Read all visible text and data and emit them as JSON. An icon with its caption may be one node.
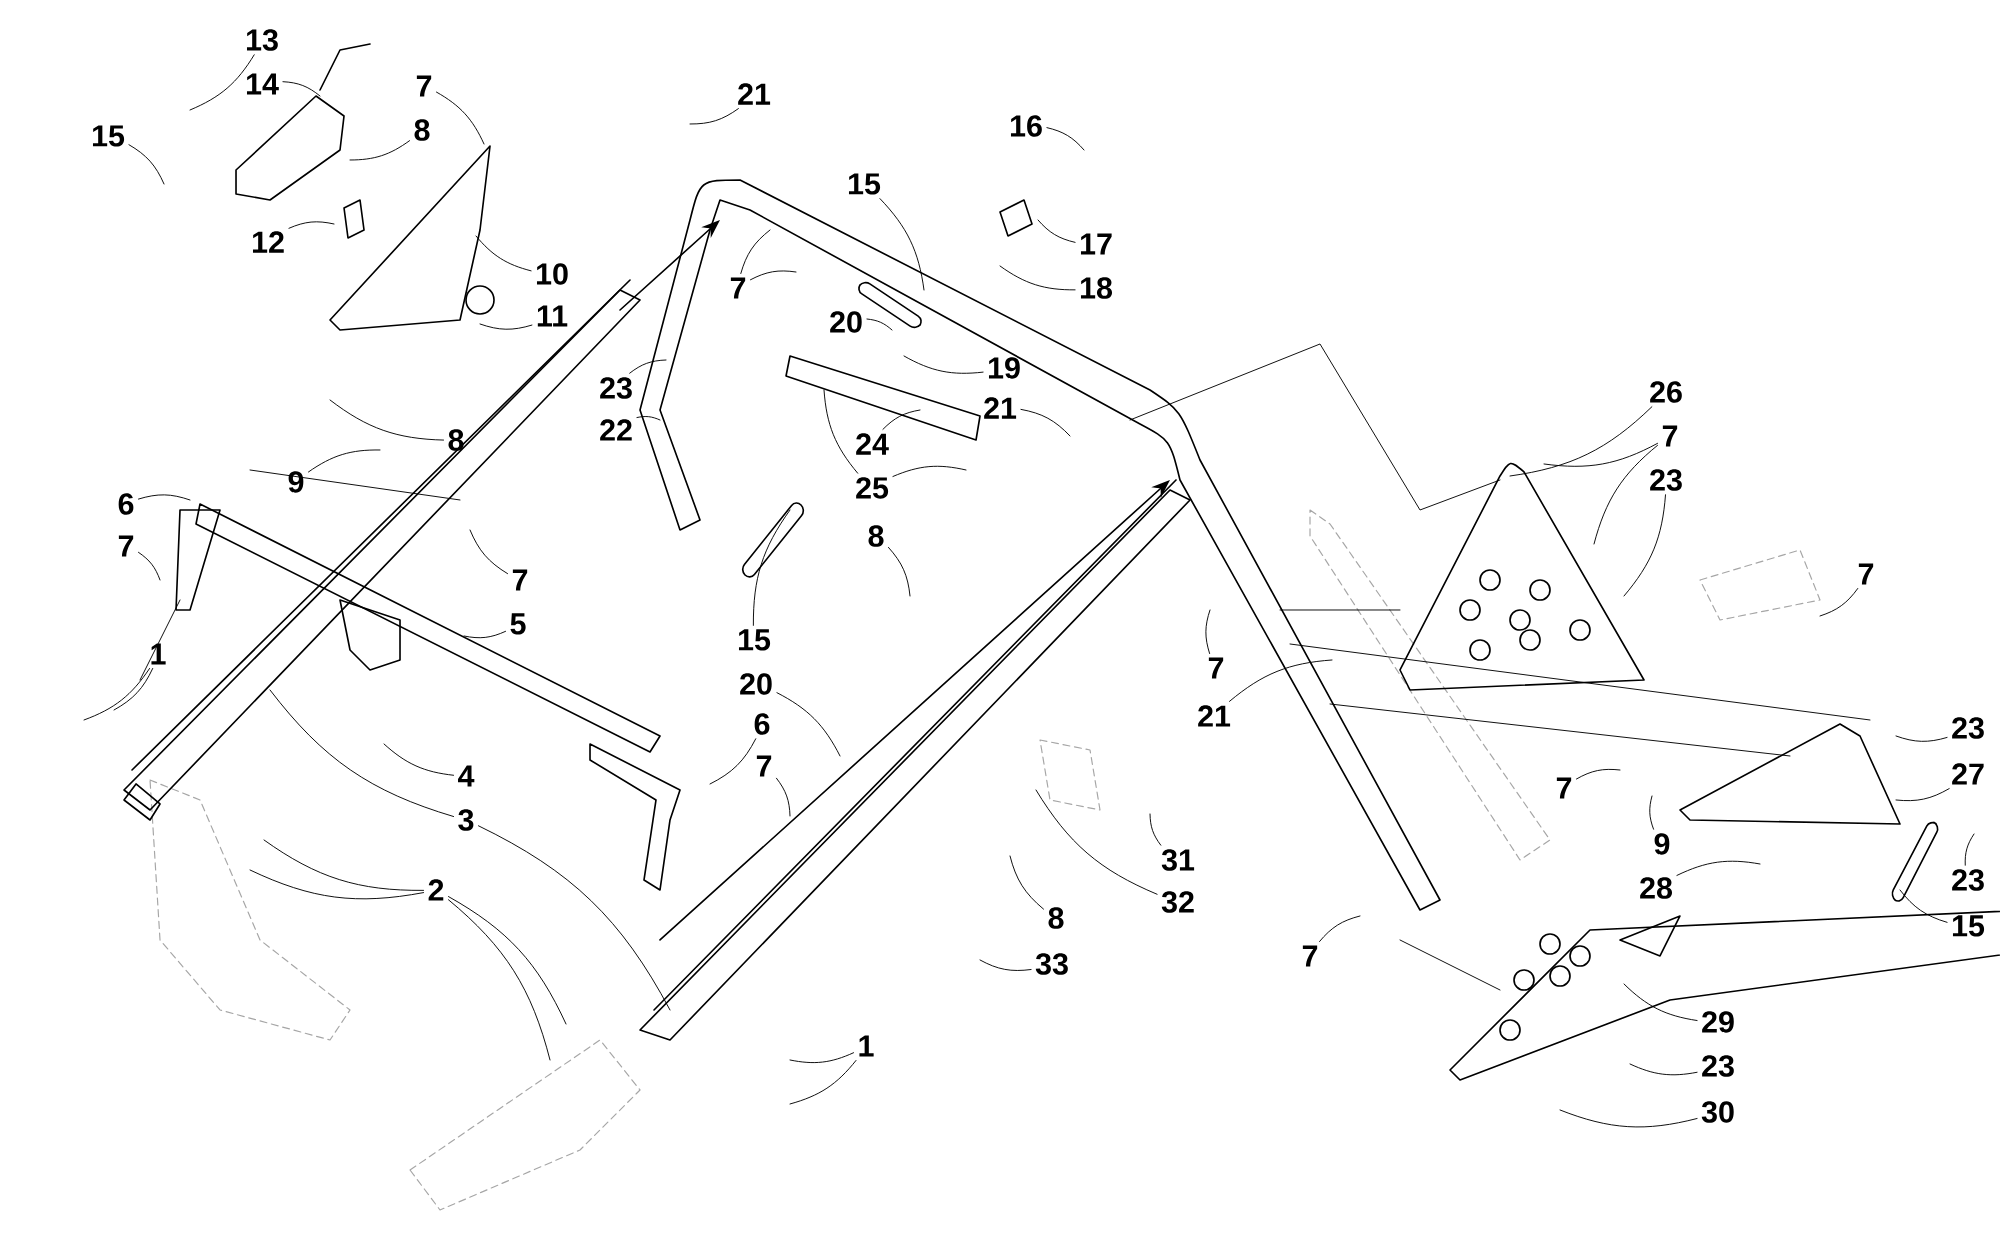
{
  "diagram": {
    "nodes": [
      {
        "text": [
          "13"
        ]
      },
      {
        "text": [
          "14"
        ]
      },
      {
        "text": [
          "15"
        ]
      },
      {
        "text": [
          "7"
        ]
      },
      {
        "text": [
          "8"
        ]
      },
      {
        "text": [
          "12"
        ]
      },
      {
        "text": [
          "10"
        ]
      },
      {
        "text": [
          "11"
        ]
      },
      {
        "text": [
          "21"
        ]
      },
      {
        "text": [
          "15"
        ]
      },
      {
        "text": [
          "16"
        ]
      },
      {
        "text": [
          "17"
        ]
      },
      {
        "text": [
          "18"
        ]
      },
      {
        "text": [
          "7"
        ]
      },
      {
        "text": [
          "20"
        ]
      },
      {
        "text": [
          "19"
        ]
      },
      {
        "text": [
          "23"
        ]
      },
      {
        "text": [
          "22"
        ]
      },
      {
        "text": [
          "24"
        ]
      },
      {
        "text": [
          "21"
        ]
      },
      {
        "text": [
          "25"
        ]
      },
      {
        "text": [
          "8"
        ]
      },
      {
        "text": [
          "9"
        ]
      },
      {
        "text": [
          "8"
        ]
      },
      {
        "text": [
          "15"
        ]
      },
      {
        "text": [
          "6"
        ]
      },
      {
        "text": [
          "7"
        ]
      },
      {
        "text": [
          "7"
        ]
      },
      {
        "text": [
          "5"
        ]
      },
      {
        "text": [
          "1"
        ]
      },
      {
        "text": [
          "4"
        ]
      },
      {
        "text": [
          "20"
        ]
      },
      {
        "text": [
          "6"
        ]
      },
      {
        "text": [
          "7"
        ]
      },
      {
        "text": [
          "3"
        ]
      },
      {
        "text": [
          "2"
        ]
      },
      {
        "text": [
          "26"
        ]
      },
      {
        "text": [
          "7"
        ]
      },
      {
        "text": [
          "23"
        ]
      },
      {
        "text": [
          "7"
        ]
      },
      {
        "text": [
          "7"
        ]
      },
      {
        "text": [
          "21"
        ]
      },
      {
        "text": [
          "23"
        ]
      },
      {
        "text": [
          "27"
        ]
      },
      {
        "text": [
          "7"
        ]
      },
      {
        "text": [
          "9"
        ]
      },
      {
        "text": [
          "23"
        ]
      },
      {
        "text": [
          "15"
        ]
      },
      {
        "text": [
          "28"
        ]
      },
      {
        "text": [
          "31"
        ]
      },
      {
        "text": [
          "32"
        ]
      },
      {
        "text": [
          "8"
        ]
      },
      {
        "text": [
          "33"
        ]
      },
      {
        "text": [
          "7"
        ]
      },
      {
        "text": [
          "29"
        ]
      },
      {
        "text": [
          "23"
        ]
      },
      {
        "text": [
          "30"
        ]
      },
      {
        "text": [
          "1"
        ]
      }
    ],
    "edges": [
      {
        "from": 0,
        "to": null,
        "arrow": "none"
      },
      {
        "from": 1,
        "to": null,
        "arrow": "none"
      },
      {
        "from": 2,
        "to": null,
        "arrow": "none"
      },
      {
        "from": 3,
        "to": null,
        "arrow": "none"
      },
      {
        "from": 4,
        "to": null,
        "arrow": "none"
      },
      {
        "from": 5,
        "to": null,
        "arrow": "none"
      },
      {
        "from": 6,
        "to": null,
        "arrow": "none"
      },
      {
        "from": 7,
        "to": null,
        "arrow": "none"
      },
      {
        "from": 8,
        "to": null,
        "arrow": "none"
      },
      {
        "from": 9,
        "to": null,
        "arrow": "none"
      },
      {
        "from": 10,
        "to": null,
        "arrow": "none"
      },
      {
        "from": 11,
        "to": null,
        "arrow": "none"
      },
      {
        "from": 12,
        "to": null,
        "arrow": "none"
      },
      {
        "from": 13,
        "to": null,
        "arrow": "none"
      },
      {
        "from": 13,
        "to": null,
        "arrow": "none"
      },
      {
        "from": 14,
        "to": null,
        "arrow": "none"
      },
      {
        "from": 15,
        "to": null,
        "arrow": "none"
      },
      {
        "from": 16,
        "to": null,
        "arrow": "none"
      },
      {
        "from": 17,
        "to": null,
        "arrow": "none"
      },
      {
        "from": 18,
        "to": null,
        "arrow": "none"
      },
      {
        "from": 19,
        "to": null,
        "arrow": "none"
      },
      {
        "from": 20,
        "to": null,
        "arrow": "none"
      },
      {
        "from": 20,
        "to": null,
        "arrow": "none"
      },
      {
        "from": 21,
        "to": null,
        "arrow": "none"
      },
      {
        "from": 22,
        "to": null,
        "arrow": "none"
      },
      {
        "from": 23,
        "to": null,
        "arrow": "none"
      },
      {
        "from": 24,
        "to": null,
        "arrow": "none"
      },
      {
        "from": 25,
        "to": null,
        "arrow": "none"
      },
      {
        "from": 26,
        "to": null,
        "arrow": "none"
      },
      {
        "from": 27,
        "to": null,
        "arrow": "none"
      },
      {
        "from": 28,
        "to": null,
        "arrow": "none"
      },
      {
        "from": 29,
        "to": null,
        "arrow": "none"
      },
      {
        "from": 29,
        "to": null,
        "arrow": "none"
      },
      {
        "from": 30,
        "to": null,
        "arrow": "none"
      },
      {
        "from": 31,
        "to": null,
        "arrow": "none"
      },
      {
        "from": 32,
        "to": null,
        "arrow": "none"
      },
      {
        "from": 33,
        "to": null,
        "arrow": "none"
      },
      {
        "from": 34,
        "to": null,
        "arrow": "none"
      },
      {
        "from": 34,
        "to": null,
        "arrow": "none"
      },
      {
        "from": 35,
        "to": null,
        "arrow": "none"
      },
      {
        "from": 35,
        "to": null,
        "arrow": "none"
      },
      {
        "from": 35,
        "to": null,
        "arrow": "none"
      },
      {
        "from": 35,
        "to": null,
        "arrow": "none"
      },
      {
        "from": 36,
        "to": null,
        "arrow": "none"
      },
      {
        "from": 37,
        "to": null,
        "arrow": "none"
      },
      {
        "from": 37,
        "to": null,
        "arrow": "none"
      },
      {
        "from": 38,
        "to": null,
        "arrow": "none"
      },
      {
        "from": 39,
        "to": null,
        "arrow": "none"
      },
      {
        "from": 40,
        "to": null,
        "arrow": "none"
      },
      {
        "from": 41,
        "to": null,
        "arrow": "none"
      },
      {
        "from": 42,
        "to": null,
        "arrow": "none"
      },
      {
        "from": 43,
        "to": null,
        "arrow": "none"
      },
      {
        "from": 44,
        "to": null,
        "arrow": "none"
      },
      {
        "from": 45,
        "to": null,
        "arrow": "none"
      },
      {
        "from": 46,
        "to": null,
        "arrow": "none"
      },
      {
        "from": 47,
        "to": null,
        "arrow": "none"
      },
      {
        "from": 48,
        "to": null,
        "arrow": "none"
      },
      {
        "from": 49,
        "to": null,
        "arrow": "none"
      },
      {
        "from": 50,
        "to": null,
        "arrow": "none"
      },
      {
        "from": 51,
        "to": null,
        "arrow": "none"
      },
      {
        "from": 52,
        "to": null,
        "arrow": "none"
      },
      {
        "from": 53,
        "to": null,
        "arrow": "none"
      },
      {
        "from": 54,
        "to": null,
        "arrow": "none"
      },
      {
        "from": 55,
        "to": null,
        "arrow": "none"
      },
      {
        "from": 56,
        "to": null,
        "arrow": "none"
      },
      {
        "from": 57,
        "to": null,
        "arrow": "none"
      },
      {
        "from": 57,
        "to": null,
        "arrow": "none"
      }
    ]
  }
}
